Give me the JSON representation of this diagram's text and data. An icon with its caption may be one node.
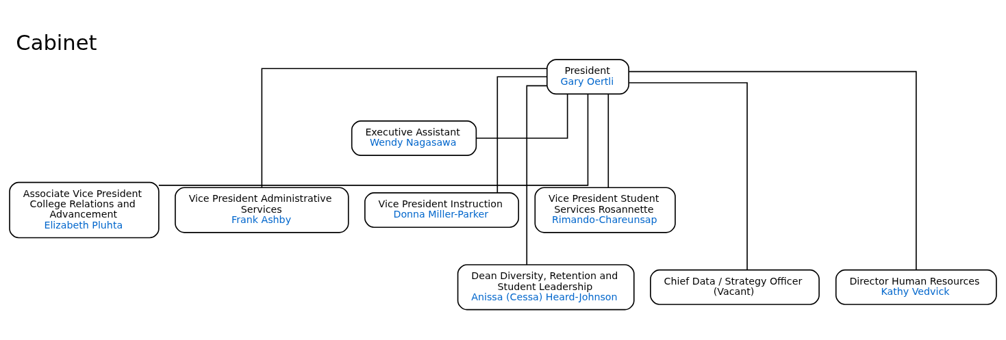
{
  "diagram": {
    "title": "Cabinet",
    "nodes": [
      {
        "text": [
          "President",
          "Gary Oertli"
        ]
      },
      {
        "text": [
          "Executive Assistant",
          "Wendy Nagasawa"
        ]
      },
      {
        "text": [
          "Associate Vice President College Relations and Advancement",
          "Elizabeth Pluhta"
        ]
      },
      {
        "text": [
          "Vice President Administrative Services",
          "Frank Ashby"
        ]
      },
      {
        "text": [
          "Vice President Instruction",
          "Donna Miller-Parker"
        ]
      },
      {
        "text": [
          "Vice President Student Services Rosannette",
          "Rimando-Chareunsap"
        ]
      },
      {
        "text": [
          "Dean Diversity, Retention and Student Leadership",
          "Anissa (Cessa) Heard-Johnson"
        ]
      },
      {
        "text": [
          "Chief Data / Strategy Officer",
          "(Vacant)"
        ]
      },
      {
        "text": [
          "Director Human Resources",
          "Kathy Vedvick"
        ]
      }
    ],
    "edges": [
      {
        "from": 0,
        "to": 1,
        "arrow": "none"
      },
      {
        "from": 0,
        "to": 2,
        "arrow": "none"
      },
      {
        "from": 0,
        "to": 3,
        "arrow": "none"
      },
      {
        "from": 0,
        "to": 4,
        "arrow": "none"
      },
      {
        "from": 0,
        "to": 5,
        "arrow": "none"
      },
      {
        "from": 0,
        "to": 6,
        "arrow": "none"
      },
      {
        "from": 0,
        "to": 7,
        "arrow": "none"
      },
      {
        "from": 0,
        "to": 8,
        "arrow": "none"
      }
    ]
  }
}
